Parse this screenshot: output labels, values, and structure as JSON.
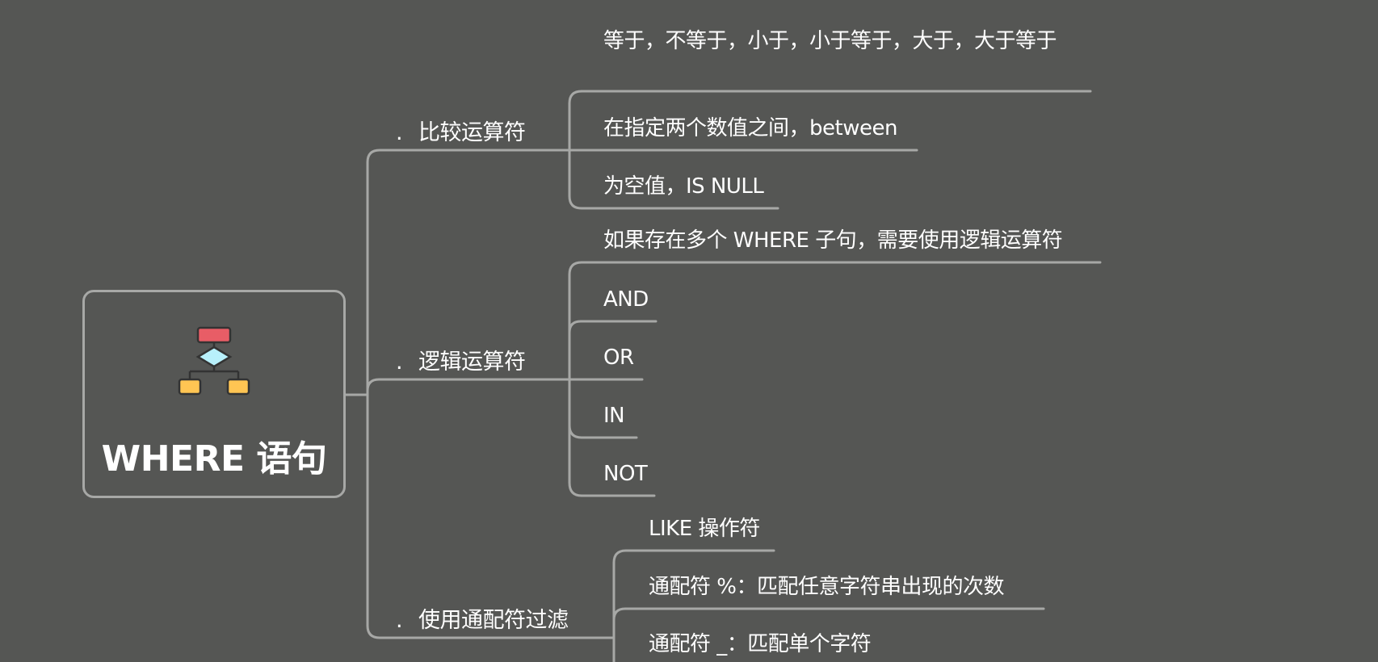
{
  "root": {
    "title": "WHERE 语句",
    "icon": "flowchart-icon",
    "icon_colors": {
      "top": "#e85d66",
      "diamond": "#b8f0fb",
      "bottom": "#ffc553"
    }
  },
  "branches": [
    {
      "marker": ".",
      "label": "比较运算符",
      "children": [
        "等于，不等于，小于，小于等于，大于，大于等于",
        "在指定两个数值之间，between",
        "为空值，IS NULL"
      ]
    },
    {
      "marker": ".",
      "label": "逻辑运算符",
      "children": [
        "如果存在多个 WHERE 子句，需要使用逻辑运算符",
        "AND",
        "OR",
        "IN",
        "NOT"
      ]
    },
    {
      "marker": ".",
      "label": "使用通配符过滤",
      "children": [
        "LIKE 操作符",
        "通配符 %：匹配任意字符串出现的次数",
        "通配符 _：匹配单个字符"
      ]
    }
  ],
  "colors": {
    "background": "#555654",
    "line": "#a7a8a6",
    "text": "#ffffff"
  }
}
